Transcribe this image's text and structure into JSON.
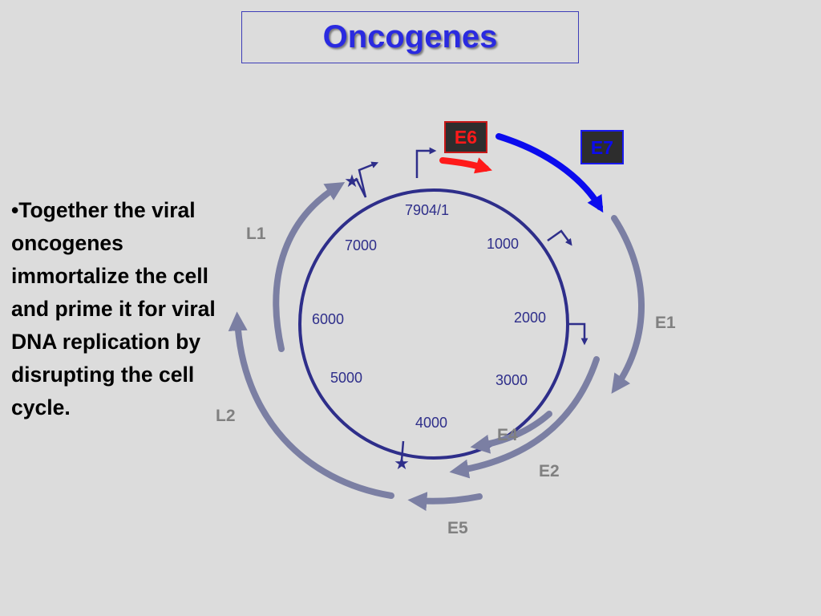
{
  "slide": {
    "title": "Oncogenes",
    "bullet_text": "•Together the viral oncogenes immortalize the cell and prime it for viral DNA replication by disrupting the cell cycle."
  },
  "diagram": {
    "positions": {
      "p7904": "7904/1",
      "p1000": "1000",
      "p2000": "2000",
      "p3000": "3000",
      "p4000": "4000",
      "p5000": "5000",
      "p6000": "6000",
      "p7000": "7000"
    },
    "genes": {
      "e6": "E6",
      "e7": "E7",
      "e1": "E1",
      "e2": "E2",
      "e4": "E4",
      "e5": "E5",
      "l1": "L1",
      "l2": "L2"
    },
    "colors": {
      "background": "#dcdcdc",
      "circle": "#2e2e8a",
      "title": "#2a2ae0",
      "gene_arrow": "#7b7fa3",
      "gene_label": "#808080",
      "e6_arrow": "#ff1a1a",
      "e7_arrow": "#0b0bee",
      "badge_bg": "#2d2d2d"
    }
  }
}
